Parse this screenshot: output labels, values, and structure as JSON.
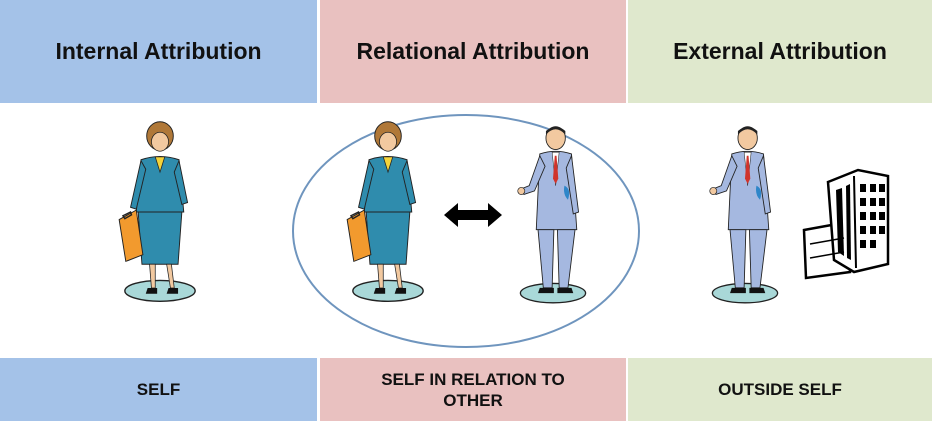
{
  "headers": {
    "internal": "Internal Attribution",
    "relational": "Relational Attribution",
    "external": "External Attribution"
  },
  "footers": {
    "self": "SELF",
    "self_relation": "SELF IN RELATION TO OTHER",
    "outside_self": "OUTSIDE SELF"
  },
  "colors": {
    "internal": "#a4c2e8",
    "relational": "#e9c1c0",
    "external": "#dfe8cd",
    "ellipse_stroke": "#6f95be"
  }
}
